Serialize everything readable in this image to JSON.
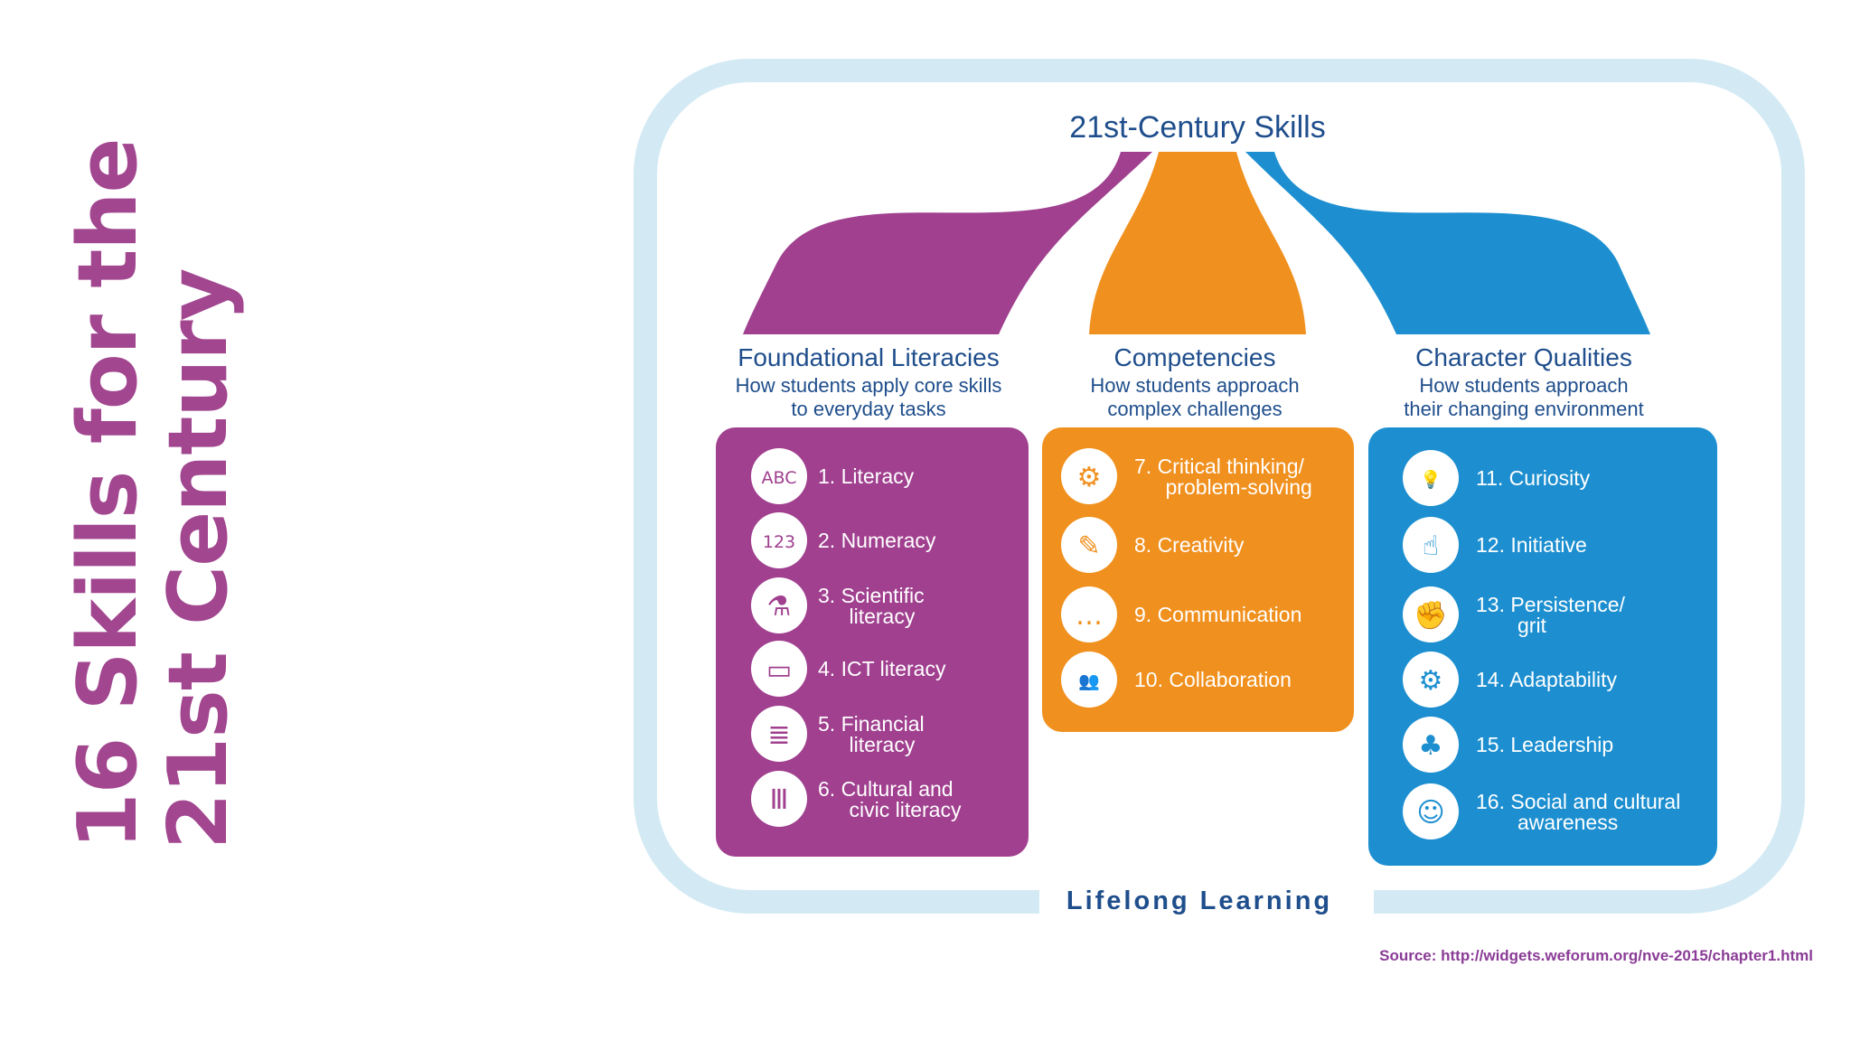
{
  "slide": {
    "title_line1": "16 Skills for the",
    "title_line2": "21st Century",
    "source": "Source: http://widgets.weforum.org/nve-2015/chapter1.html"
  },
  "diagram": {
    "title": "21st-Century Skills",
    "footer": "Lifelong Learning",
    "columns": [
      {
        "title": "Foundational Literacies",
        "subtitle_line1": "How students apply core skills",
        "subtitle_line2": "to everyday tasks",
        "color": "#a0408f",
        "items": [
          {
            "line1": "1. Literacy",
            "line2": "",
            "icon": "abc-letters-icon"
          },
          {
            "line1": "2. Numeracy",
            "line2": "",
            "icon": "numbers-icon"
          },
          {
            "line1": "3. Scientific",
            "line2": "literacy",
            "icon": "flask-icon"
          },
          {
            "line1": "4. ICT literacy",
            "line2": "",
            "icon": "laptop-icon"
          },
          {
            "line1": "5. Financial",
            "line2": "literacy",
            "icon": "coin-stack-icon"
          },
          {
            "line1": "6. Cultural and",
            "line2": "civic literacy",
            "icon": "column-icon"
          }
        ]
      },
      {
        "title": "Competencies",
        "subtitle_line1": "How students approach",
        "subtitle_line2": "complex challenges",
        "color": "#f0901e",
        "items": [
          {
            "line1": "7. Critical thinking/",
            "line2": "problem-solving",
            "icon": "head-gears-icon"
          },
          {
            "line1": "8. Creativity",
            "line2": "",
            "icon": "pencil-ruler-icon"
          },
          {
            "line1": "9. Communication",
            "line2": "",
            "icon": "speech-bubbles-icon"
          },
          {
            "line1": "10. Collaboration",
            "line2": "",
            "icon": "people-icon"
          }
        ]
      },
      {
        "title": "Character Qualities",
        "subtitle_line1": "How students approach",
        "subtitle_line2": "their changing environment",
        "color": "#1d8fd0",
        "items": [
          {
            "line1": "11. Curiosity",
            "line2": "",
            "icon": "lightbulb-icon"
          },
          {
            "line1": "12. Initiative",
            "line2": "",
            "icon": "pointing-hand-icon"
          },
          {
            "line1": "13. Persistence/",
            "line2": "grit",
            "icon": "fist-icon"
          },
          {
            "line1": "14. Adaptability",
            "line2": "",
            "icon": "gears-icon"
          },
          {
            "line1": "15. Leadership",
            "line2": "",
            "icon": "org-chart-icon"
          },
          {
            "line1": "16. Social and cultural",
            "line2": "awareness",
            "icon": "group-icon"
          }
        ]
      }
    ]
  }
}
